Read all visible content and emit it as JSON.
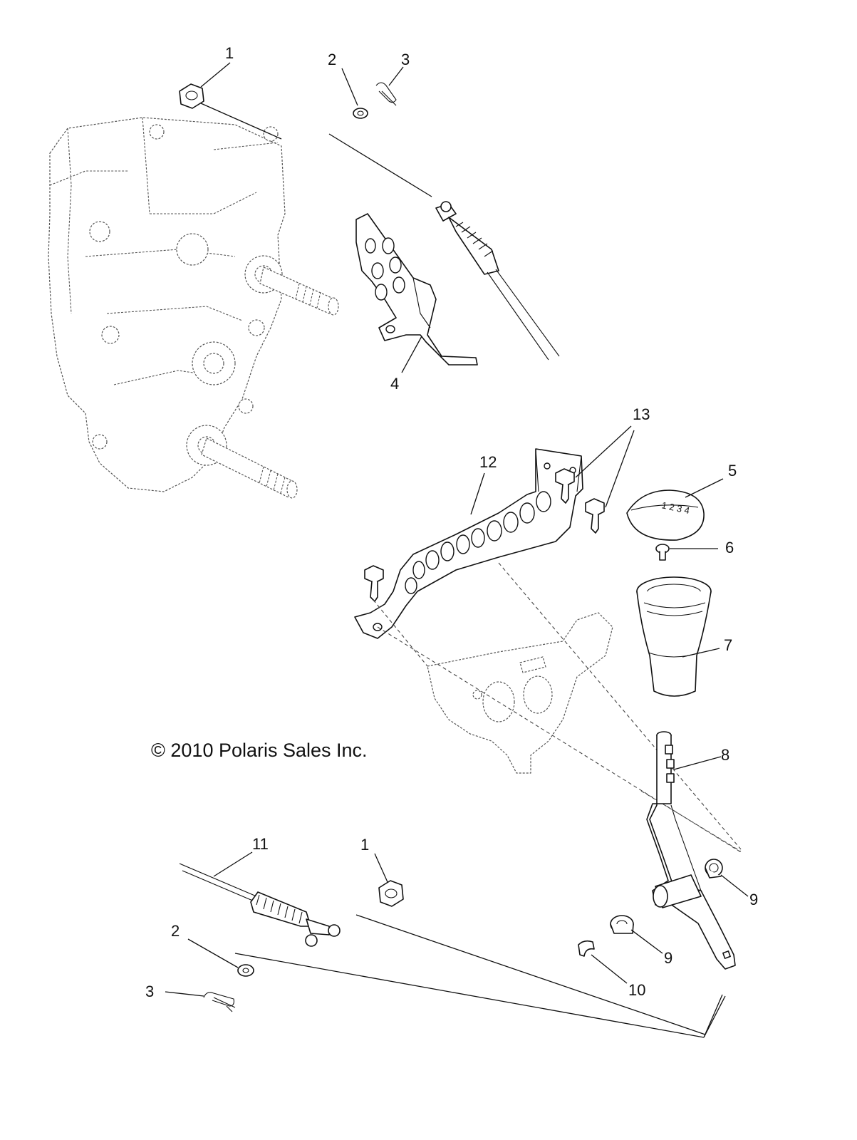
{
  "copyright": "© 2010 Polaris Sales Inc.",
  "callouts": [
    {
      "id": "c1a",
      "label": "1"
    },
    {
      "id": "c2a",
      "label": "2"
    },
    {
      "id": "c3a",
      "label": "3"
    },
    {
      "id": "c4",
      "label": "4"
    },
    {
      "id": "c13",
      "label": "13"
    },
    {
      "id": "c12",
      "label": "12"
    },
    {
      "id": "c5",
      "label": "5"
    },
    {
      "id": "c6",
      "label": "6"
    },
    {
      "id": "c7",
      "label": "7"
    },
    {
      "id": "c8",
      "label": "8"
    },
    {
      "id": "c11",
      "label": "11"
    },
    {
      "id": "c1b",
      "label": "1"
    },
    {
      "id": "c9a",
      "label": "9"
    },
    {
      "id": "c2b",
      "label": "2"
    },
    {
      "id": "c3b",
      "label": "3"
    },
    {
      "id": "c9b",
      "label": "9"
    },
    {
      "id": "c10",
      "label": "10"
    }
  ],
  "knob_markings": "1 2 3 4"
}
